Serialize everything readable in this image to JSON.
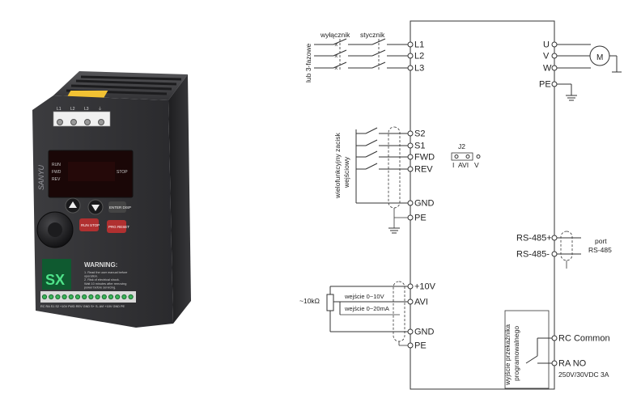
{
  "product": {
    "brand": "SANYU",
    "model": "SX",
    "terminal_labels": [
      "L1",
      "L2",
      "L3",
      "⏚"
    ],
    "display_indicators": [
      "RUN",
      "FWD",
      "REV"
    ],
    "display_stop": "STOP",
    "keys": {
      "enter": "ENTER DISP",
      "run": "RUN STOP",
      "prg": "PRG RESET"
    },
    "warning": {
      "title": "WARNING:",
      "lines": [
        "1. Read the user manual before",
        "operation.",
        "2. Risk of electrical shock.",
        "Wait 10 minutes after removing",
        "power before servicing."
      ]
    },
    "bottom_terminals": "RC RA S1 S2 +10V FWD REV GND S+ S- AVI +10V GND PE",
    "colors": {
      "body": "#2a2a2c",
      "display": "#1a0707",
      "label": "#f2c233"
    }
  },
  "diagram": {
    "labels": {
      "breaker": "wyłącznik",
      "contactor": "stycznik",
      "three_phase": "lub 3-fazowe",
      "multi_input": [
        "wielofunkcyjny zacisk",
        "wejściowy"
      ],
      "relay_output": [
        "wyjście przekaźnika",
        "programowalnego"
      ],
      "port": [
        "port",
        "RS-485"
      ],
      "potentiometer": "~10kΩ",
      "input_voltage": "wejście 0~10V",
      "input_current": "wejście 0~20mA",
      "jumper_title": "J2",
      "jumper_i": "I",
      "jumper_avi": "AVI",
      "jumper_v": "V",
      "motor": "M",
      "relay_rating": "250V/30VDC 3A"
    },
    "left_terminals": [
      "L1",
      "L2",
      "L3",
      "S2",
      "S1",
      "FWD",
      "REV",
      "GND",
      "PE",
      "+10V",
      "AVI",
      "GND",
      "PE"
    ],
    "right_terminals": [
      "U",
      "V",
      "W",
      "PE",
      "RS-485+",
      "RS-485-",
      "RC Common",
      "RA NO"
    ]
  }
}
